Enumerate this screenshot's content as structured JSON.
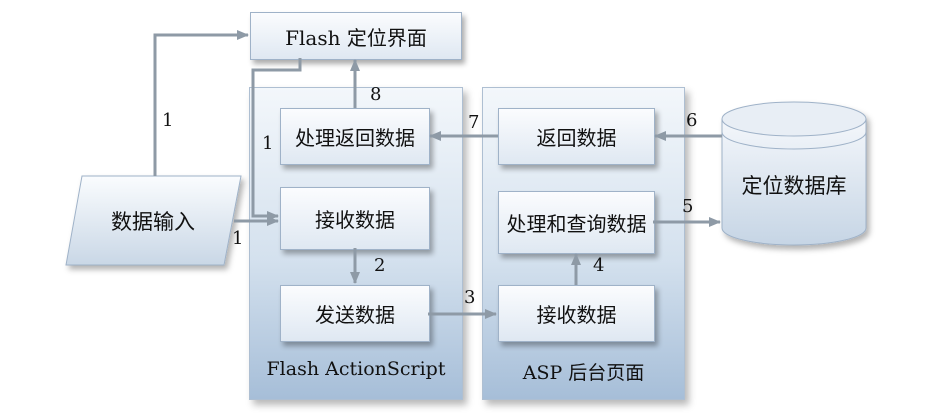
{
  "nodes": {
    "flash_ui": "Flash 定位界面",
    "data_input": "数据输入",
    "process_return": "处理返回数据",
    "receive_flash": "接收数据",
    "send_data": "发送数据",
    "return_data": "返回数据",
    "process_query": "处理和查询数据",
    "receive_asp": "接收数据",
    "database": "定位数据库"
  },
  "containers": {
    "flash": "Flash ActionScript",
    "asp": "ASP 后台页面"
  },
  "edges": {
    "input_to_ui": "1",
    "ui_to_receive": "1",
    "input_to_receive": "1",
    "receive_to_send": "2",
    "send_to_asp": "3",
    "asp_receive_to_query": "4",
    "query_to_db": "5",
    "db_to_return": "6",
    "return_to_process": "7",
    "process_to_ui": "8"
  },
  "colors": {
    "arrow": "#8e9aa6",
    "box_border": "#9fb2c8",
    "container_bottom": "#a6bed8",
    "database": "#dbe5ef"
  }
}
